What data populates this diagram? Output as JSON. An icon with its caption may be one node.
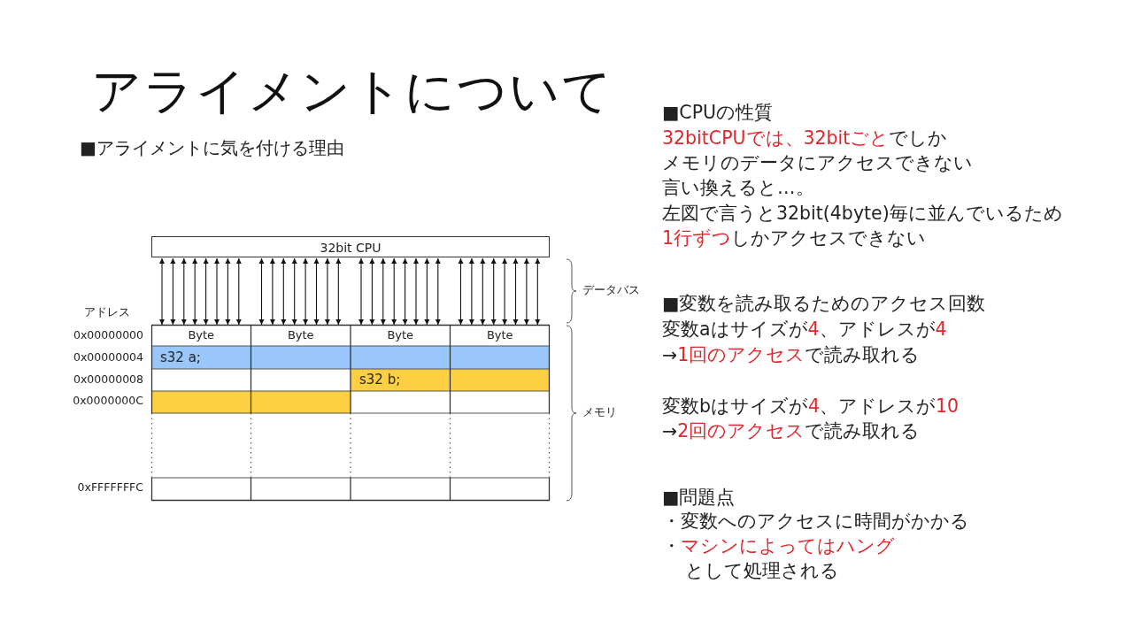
{
  "diagram": {
    "title": "アライメントについて",
    "nodes": [
      {
        "text": [
          "32bit CPU"
        ]
      },
      {
        "text": [],
        "shape": "box"
      },
      {
        "text": [
          "Byte"
        ],
        "in": 1
      },
      {
        "text": [
          "Byte"
        ],
        "in": 1
      },
      {
        "text": [
          "Byte"
        ],
        "in": 1
      },
      {
        "text": [
          "Byte"
        ],
        "in": 1
      },
      {
        "text": [
          "s32 a;"
        ],
        "in": 1
      },
      {
        "text": [
          "s32 b;"
        ],
        "in": 1
      },
      {
        "text": [],
        "shape": "bar",
        "in": 1
      }
    ],
    "edges": [
      {
        "from": 0,
        "to": 2,
        "arrow": "both"
      },
      {
        "from": 0,
        "to": 2,
        "arrow": "both"
      },
      {
        "from": 0,
        "to": 2,
        "arrow": "both"
      },
      {
        "from": 0,
        "to": 2,
        "arrow": "both"
      },
      {
        "from": 0,
        "to": 2,
        "arrow": "both"
      },
      {
        "from": 0,
        "to": 2,
        "arrow": "both"
      },
      {
        "from": 0,
        "to": 2,
        "arrow": "both"
      },
      {
        "from": 0,
        "to": 2,
        "arrow": "both"
      },
      {
        "from": 0,
        "to": 3,
        "arrow": "both"
      },
      {
        "from": 0,
        "to": 3,
        "arrow": "both"
      },
      {
        "from": 0,
        "to": 3,
        "arrow": "both"
      },
      {
        "from": 0,
        "to": 3,
        "arrow": "both"
      },
      {
        "from": 0,
        "to": 3,
        "arrow": "both"
      },
      {
        "from": 0,
        "to": 3,
        "arrow": "both"
      },
      {
        "from": 0,
        "to": 3,
        "arrow": "both"
      },
      {
        "from": 0,
        "to": 3,
        "arrow": "both"
      },
      {
        "from": 0,
        "to": 4,
        "arrow": "both"
      },
      {
        "from": 0,
        "to": 4,
        "arrow": "both"
      },
      {
        "from": 0,
        "to": 4,
        "arrow": "both"
      },
      {
        "from": 0,
        "to": 4,
        "arrow": "both"
      },
      {
        "from": 0,
        "to": 4,
        "arrow": "both"
      },
      {
        "from": 0,
        "to": 4,
        "arrow": "both"
      },
      {
        "from": 0,
        "to": 4,
        "arrow": "both"
      },
      {
        "from": 0,
        "to": 4,
        "arrow": "both"
      },
      {
        "from": 0,
        "to": 5,
        "arrow": "both"
      },
      {
        "from": 0,
        "to": 5,
        "arrow": "both"
      },
      {
        "from": 0,
        "to": 5,
        "arrow": "both"
      },
      {
        "from": 0,
        "to": 5,
        "arrow": "both"
      },
      {
        "from": 0,
        "to": 5,
        "arrow": "both"
      },
      {
        "from": 0,
        "to": 5,
        "arrow": "both"
      },
      {
        "from": 0,
        "to": 5,
        "arrow": "both"
      },
      {
        "from": 0,
        "to": 5,
        "arrow": "both"
      }
    ],
    "labels": [
      "■アライメントに気を付ける理由",
      "アドレス",
      "0x00000000",
      "0x00000004",
      "0x00000008",
      "0x0000000C",
      "0xFFFFFFFC",
      "データバス",
      "メモリ",
      "■CPUの性質",
      "32bitCPUでは、32bitごと",
      "でしか",
      "メモリのデータにアクセスできない",
      "言い換えると…。",
      "左図で言うと32bit(4byte)毎に並んでいるため",
      "1行ずつ",
      "しかアクセスできない",
      "■変数を読み取るためのアクセス回数",
      "変数aはサイズが",
      "4",
      "、アドレスが",
      "4",
      "→",
      "1回のアクセス",
      "で読み取れる",
      "変数bはサイズが",
      "4",
      "、アドレスが",
      "10",
      "→",
      "2回のアクセス",
      "で読み取れる",
      "■問題点",
      "・変数へのアクセスに時間がかかる",
      "・",
      "マシンによってはハング",
      "として処理される"
    ]
  }
}
